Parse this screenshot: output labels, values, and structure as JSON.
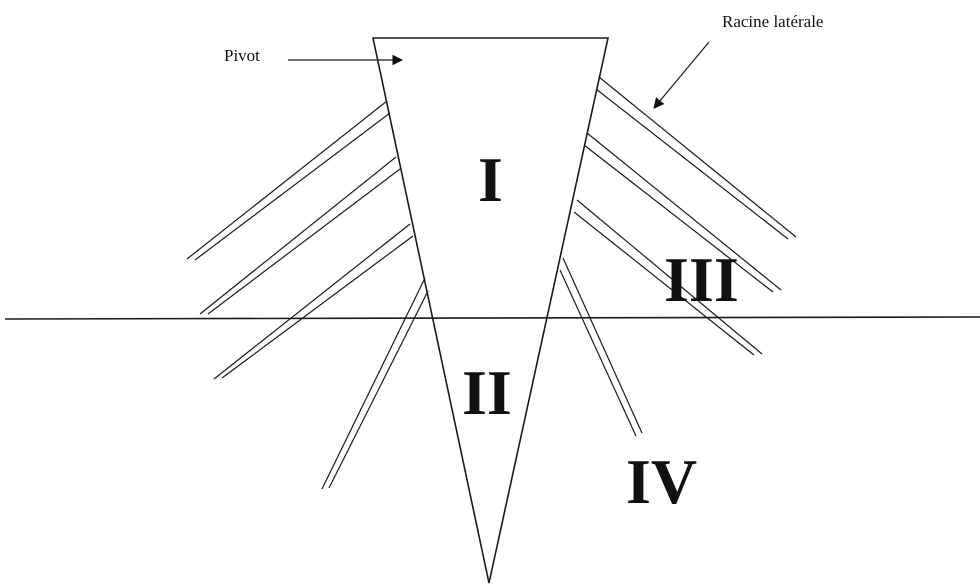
{
  "labels": {
    "pivot": "Pivot",
    "lateral_root": "Racine latérale",
    "zone_1": "I",
    "zone_2": "II",
    "zone_3": "III",
    "zone_4": "IV"
  }
}
